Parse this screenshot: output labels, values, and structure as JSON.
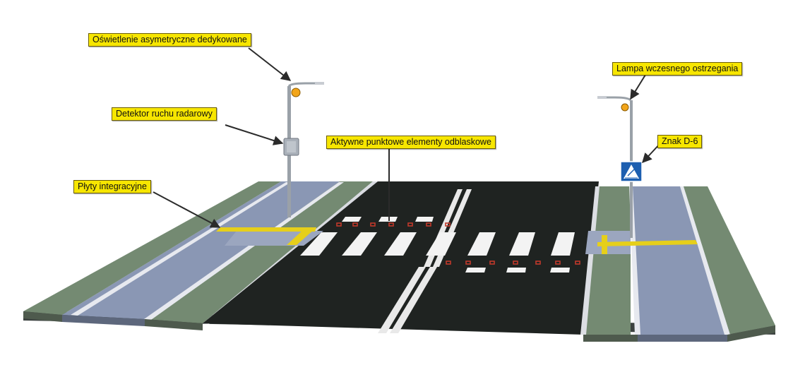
{
  "labels": {
    "asymmetric_lighting": "Oświetlenie asymetryczne dedykowane",
    "radar_detector": "Detektor ruchu radarowy",
    "reflective_elements": "Aktywne punktowe elementy odblaskowe",
    "early_warning_lamp": "Lampa wczesnego ostrzegania",
    "sign_d6": "Znak D-6",
    "integration_plates": "Płyty integracyjne"
  },
  "colors": {
    "callout_fill": "#f7e600",
    "asphalt": "#1f2321",
    "sidewalk": "#8a97b4",
    "grass": "#748a72",
    "marking": "#ffffff",
    "tactile": "#e6cf1a",
    "lamp": "#f2a51a",
    "stud": "#c0392b",
    "sign_blue": "#1d5fb0"
  },
  "icons": [
    "crosswalk-sign-icon",
    "warning-lamp-icon",
    "radar-detector-icon"
  ]
}
